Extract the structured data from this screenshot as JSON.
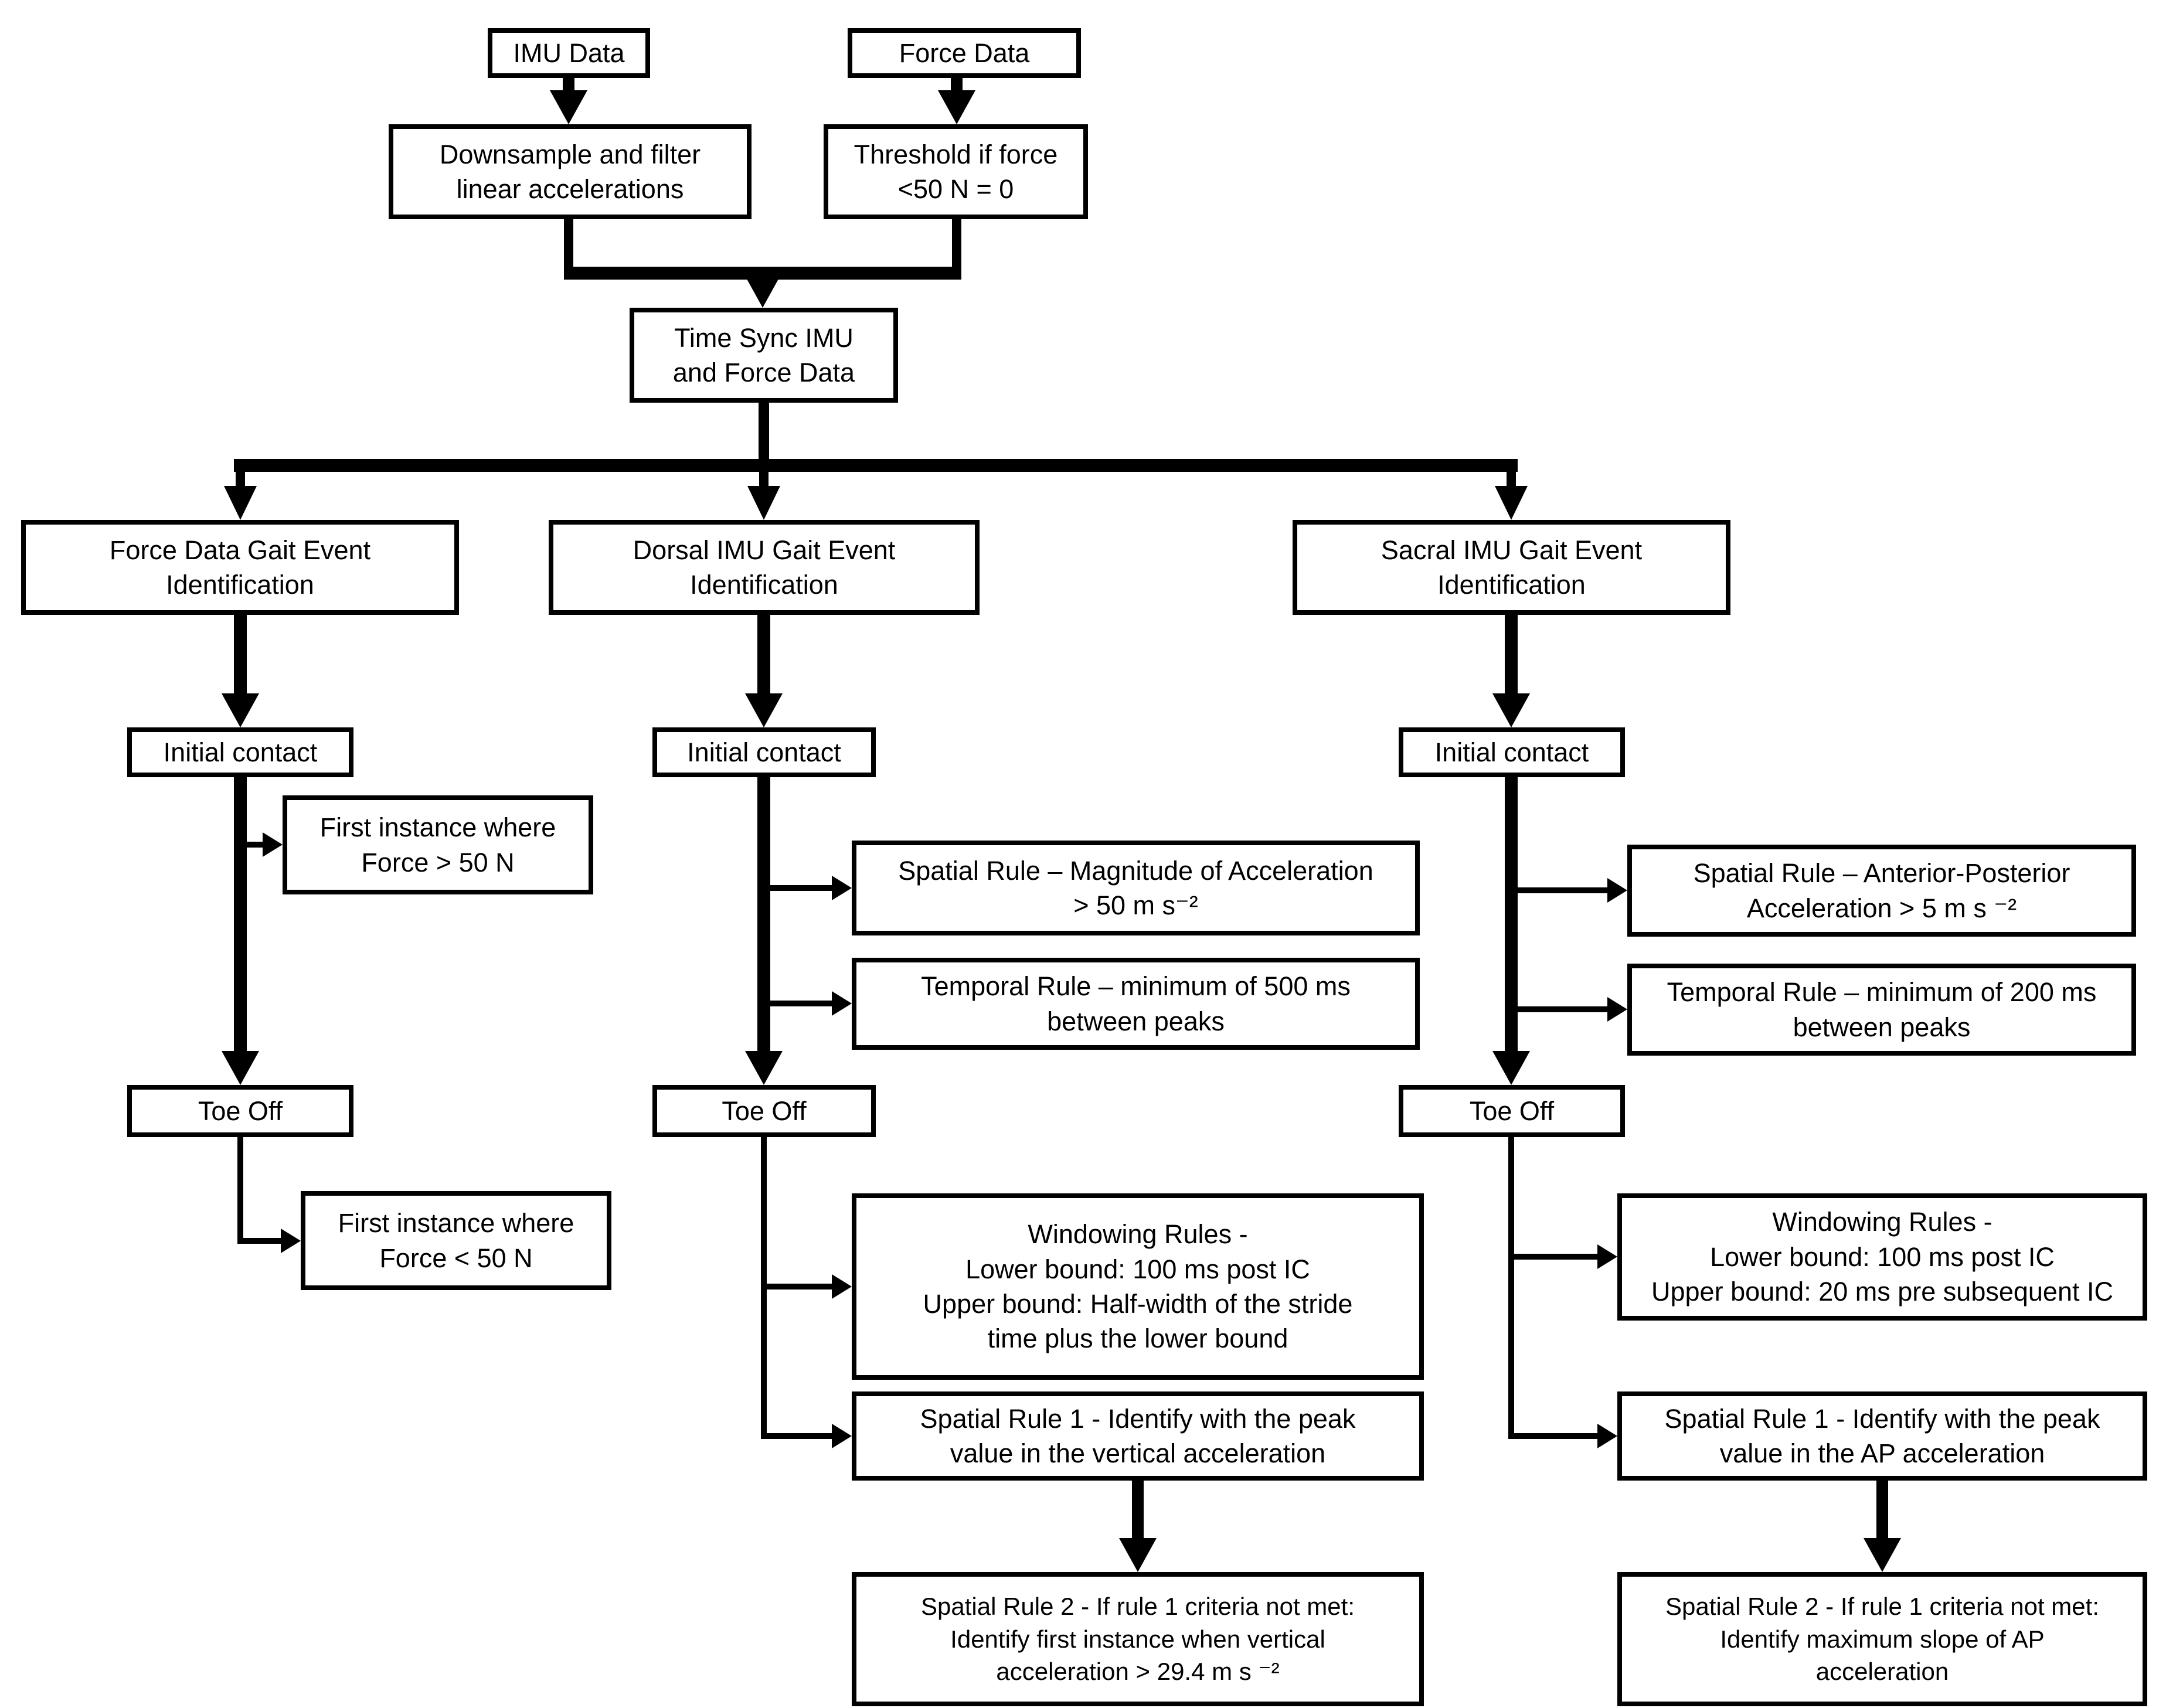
{
  "diagram": {
    "type": "flowchart",
    "background_color": "#ffffff",
    "line_color": "#000000",
    "box_fill_color": "#ffffff",
    "text_color": "#000000",
    "nodes": {
      "imu_data": {
        "label": "IMU Data"
      },
      "force_data": {
        "label": "Force Data"
      },
      "downsample": {
        "label": "Downsample and filter\nlinear accelerations"
      },
      "threshold": {
        "label": "Threshold if force\n<50 N = 0"
      },
      "time_sync": {
        "label": "Time Sync IMU\nand Force Data"
      },
      "force_gei": {
        "label": "Force Data Gait Event\nIdentification"
      },
      "dorsal_gei": {
        "label": "Dorsal IMU Gait Event\nIdentification"
      },
      "sacral_gei": {
        "label": "Sacral IMU Gait Event\nIdentification"
      },
      "ic_force": {
        "label": "Initial contact"
      },
      "ic_dorsal": {
        "label": "Initial contact"
      },
      "ic_sacral": {
        "label": "Initial contact"
      },
      "force_ic_rule": {
        "label": "First instance where\nForce > 50 N"
      },
      "toe_force": {
        "label": "Toe Off"
      },
      "toe_dorsal": {
        "label": "Toe Off"
      },
      "toe_sacral": {
        "label": "Toe Off"
      },
      "force_toe_rule": {
        "label": "First instance where\nForce < 50 N"
      },
      "dorsal_ic_spatial": {
        "label": "Spatial Rule – Magnitude of Acceleration\n> 50 m s⁻²"
      },
      "dorsal_ic_temporal": {
        "label": "Temporal Rule – minimum of 500 ms\nbetween peaks"
      },
      "dorsal_toe_windowing": {
        "label": "Windowing Rules -\nLower bound: 100 ms post IC\nUpper bound: Half-width of the stride\ntime plus the lower bound"
      },
      "dorsal_toe_spatial1": {
        "label": "Spatial Rule 1 - Identify with the peak\nvalue in the vertical acceleration"
      },
      "dorsal_toe_spatial2": {
        "label": "Spatial Rule 2 -  If rule 1 criteria not met:\nIdentify first instance when vertical\nacceleration > 29.4 m s ⁻²"
      },
      "sacral_ic_spatial": {
        "label": "Spatial Rule – Anterior-Posterior\nAcceleration  > 5 m s ⁻²"
      },
      "sacral_ic_temporal": {
        "label": "Temporal Rule – minimum of 200 ms\nbetween peaks"
      },
      "sacral_toe_windowing": {
        "label": "Windowing Rules -\nLower bound: 100 ms post IC\nUpper bound: 20 ms pre subsequent IC"
      },
      "sacral_toe_spatial1": {
        "label": "Spatial Rule 1 - Identify with the peak\nvalue in the AP acceleration"
      },
      "sacral_toe_spatial2": {
        "label": "Spatial Rule 2 - If rule 1 criteria not met:\nIdentify maximum slope of AP\nacceleration"
      }
    }
  }
}
